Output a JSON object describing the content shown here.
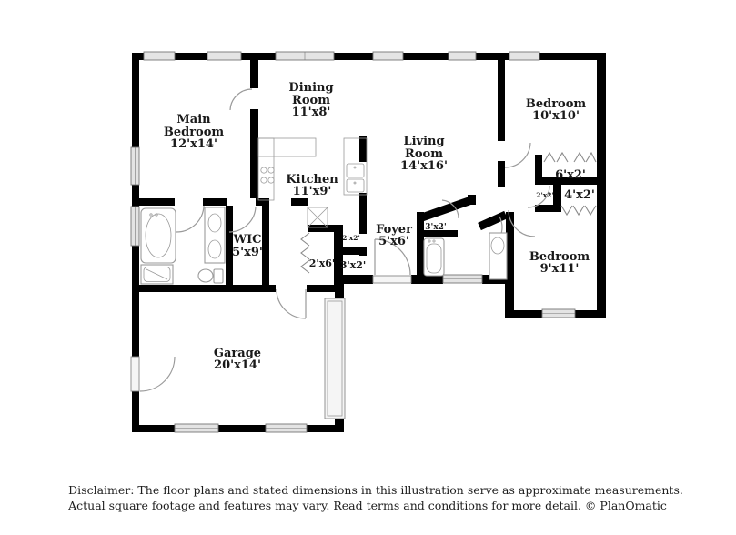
{
  "rooms": {
    "main_bedroom": {
      "l1": "Main",
      "l2": "Bedroom",
      "dims": "12'x14'"
    },
    "dining": {
      "l1": "Dining",
      "l2": "Room",
      "dims": "11'x8'"
    },
    "kitchen": {
      "l1": "Kitchen",
      "dims": "11'x9'"
    },
    "living": {
      "l1": "Living",
      "l2": "Room",
      "dims": "14'x16'"
    },
    "bedroom_10": {
      "l1": "Bedroom",
      "dims": "10'x10'"
    },
    "bedroom_9": {
      "l1": "Bedroom",
      "dims": "9'x11'"
    },
    "wic": {
      "l1": "WIC",
      "dims": "5'x9'"
    },
    "foyer": {
      "l1": "Foyer",
      "dims": "5'x6'"
    },
    "garage": {
      "l1": "Garage",
      "dims": "20'x14'"
    }
  },
  "closets": {
    "c6x2": "6'x2'",
    "c4x2": "4'x2'",
    "c2x2_hall": "2'x2'",
    "c2x2_kitchen": "2'x2'",
    "c3x2_hall": "3'x2'",
    "c2x6": "2'x6'",
    "c3x2_entry": "3'x2'"
  },
  "disclaimer": {
    "line1": "Disclaimer: The floor plans and stated dimensions in this illustration serve as approximate measurements.",
    "line2": "Actual square footage and features may vary. Read terms and conditions for more detail. © PlanOmatic"
  },
  "colors": {
    "wall": "#000000",
    "window_fill": "#e4e4e4",
    "window_stroke": "#767676",
    "door_arc": "#9a9a9a",
    "text": "#1a1a1a",
    "background": "#ffffff"
  }
}
